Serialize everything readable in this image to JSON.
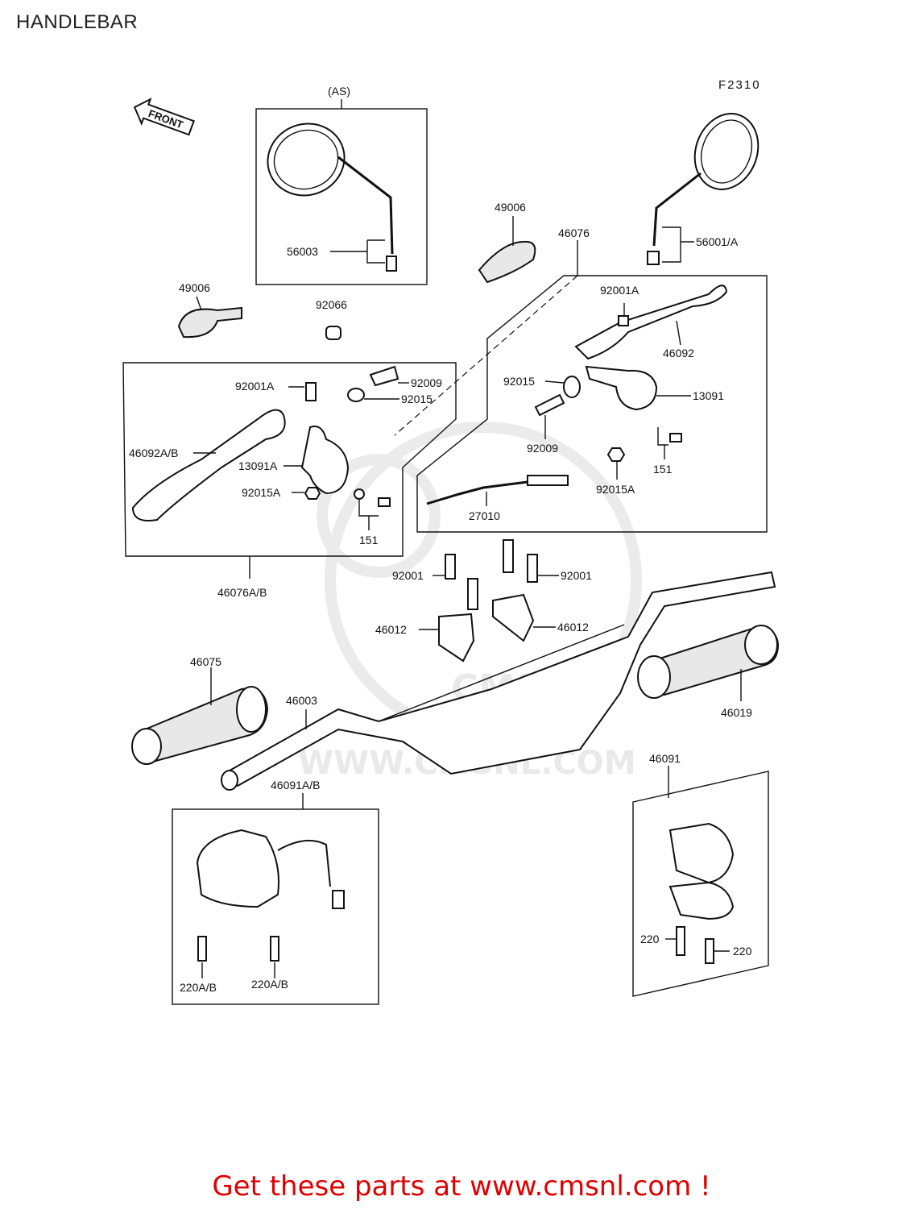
{
  "page": {
    "title": "HANDLEBAR",
    "figure_code": "F2310",
    "front_arrow": "FRONT",
    "watermark": "WWW.CMSNL.COM",
    "watermark_logo": "CMS",
    "footer": "Get these parts at www.cmsnl.com !"
  },
  "groups": {
    "as_mirror": "(AS)"
  },
  "parts": {
    "p56003": "56003",
    "p56001a": "56001/A",
    "p49006_l": "49006",
    "p49006_r": "49006",
    "p46076": "46076",
    "p92001a_r": "92001A",
    "p46092": "46092",
    "p92066": "92066",
    "p92015_r": "92015",
    "p13091": "13091",
    "p92009_r": "92009",
    "p151_r": "151",
    "p92015a_r": "92015A",
    "p27010": "27010",
    "p92001a_l": "92001A",
    "p92009_l": "92009",
    "p92015_l": "92015",
    "p46092ab": "46092A/B",
    "p13091a": "13091A",
    "p92015a_l": "92015A",
    "p151_l": "151",
    "p46076ab": "46076A/B",
    "p92001_l": "92001",
    "p92001_r": "92001",
    "p46012_l": "46012",
    "p46012_r": "46012",
    "p46075": "46075",
    "p46003": "46003",
    "p46019": "46019",
    "p46091ab": "46091A/B",
    "p46091": "46091",
    "p220ab_l": "220A/B",
    "p220ab_r": "220A/B",
    "p220_l": "220",
    "p220_r": "220"
  },
  "colors": {
    "footer": "#e00000",
    "line": "#111111",
    "watermark": "#e9e9e9"
  }
}
